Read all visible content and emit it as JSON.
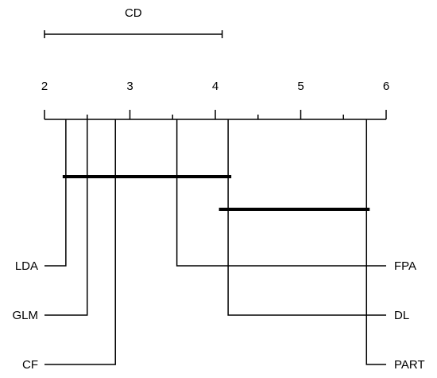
{
  "chart_data": {
    "type": "critical-difference-diagram",
    "title": "",
    "cd_label": "CD",
    "cd_value": 2.08,
    "axis": {
      "min": 2,
      "max": 6,
      "ticks": [
        2,
        3,
        4,
        5,
        6
      ]
    },
    "methods_left": [
      {
        "name": "LDA",
        "rank": 2.25
      },
      {
        "name": "GLM",
        "rank": 2.5
      },
      {
        "name": "CF",
        "rank": 2.83
      }
    ],
    "methods_right": [
      {
        "name": "FPA",
        "rank": 3.55
      },
      {
        "name": "DL",
        "rank": 4.15
      },
      {
        "name": "PART",
        "rank": 5.77
      }
    ],
    "cliques": [
      {
        "from": 2.25,
        "to": 4.15
      },
      {
        "from": 4.08,
        "to": 5.77
      }
    ]
  }
}
